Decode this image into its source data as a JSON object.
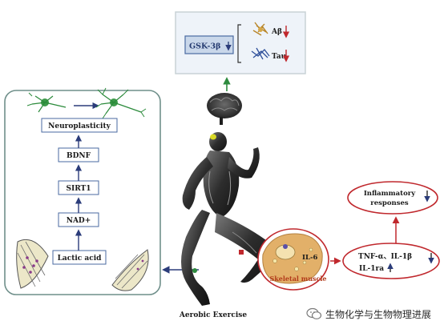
{
  "gsk_box": {
    "gsk": "GSK-3β",
    "abeta": "Aβ",
    "tau": "Tau"
  },
  "pathway": {
    "neuroplasticity": "Neuroplasticity",
    "bdnf": "BDNF",
    "sirt1": "SIRT1",
    "nad": "NAD+",
    "lactic": "Lactic acid"
  },
  "muscle": {
    "il6": "IL-6",
    "label": "Skeletal muscle"
  },
  "inflammation": {
    "line1": "Inflammatory",
    "line2": "responses",
    "tnf": "TNF-α、IL-1β",
    "il1ra": "IL-1ra"
  },
  "figure_caption": "Aerobic Exercise",
  "watermark": "生物化学与生物物理进展",
  "colors": {
    "navy": "#2b3c7a",
    "red": "#c0282d",
    "green": "#2e8b3e",
    "panel": "#eef3f9",
    "border": "#c8d2d6"
  }
}
